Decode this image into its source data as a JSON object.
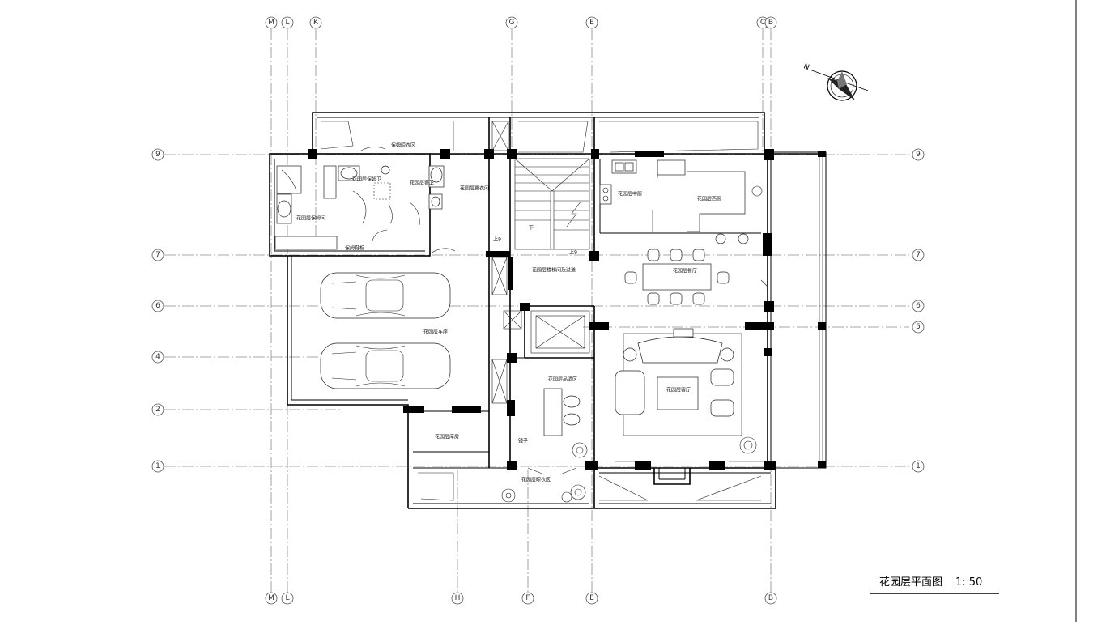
{
  "drawing": {
    "title": "花园层平面图",
    "scale": "1: 50"
  },
  "grid_top": [
    "M",
    "L",
    "K",
    "G",
    "E",
    "C",
    "B"
  ],
  "grid_bottom": [
    "M",
    "L",
    "H",
    "F",
    "E",
    "B"
  ],
  "grid_left": [
    "9",
    "7",
    "6",
    "4",
    "2",
    "1"
  ],
  "grid_right": [
    "9",
    "7",
    "6",
    "5",
    "1"
  ],
  "north": "N",
  "rooms": {
    "laundry": "保姆晾衣区",
    "nanny_bath": "花园层保姆卫",
    "guest_bath": "花园层客卫",
    "dressing": "花园层更衣间",
    "nanny_room": "花园层保姆间",
    "nanny_shoes": "保姆鞋柜",
    "chinese_kitchen": "花园层中厨",
    "western_kitchen": "花园层西厨",
    "stair_hall": "花园层楼梯间及过道",
    "dining": "花园层餐厅",
    "garage": "花园层车库",
    "wine": "花园层品酒区",
    "living": "花园层客厅",
    "store": "花园层库房",
    "garden_laundry": "花园层晾衣区",
    "mirror": "镜子"
  },
  "stair_labels": {
    "down": "下",
    "up1": "上9",
    "up2": "上9"
  }
}
